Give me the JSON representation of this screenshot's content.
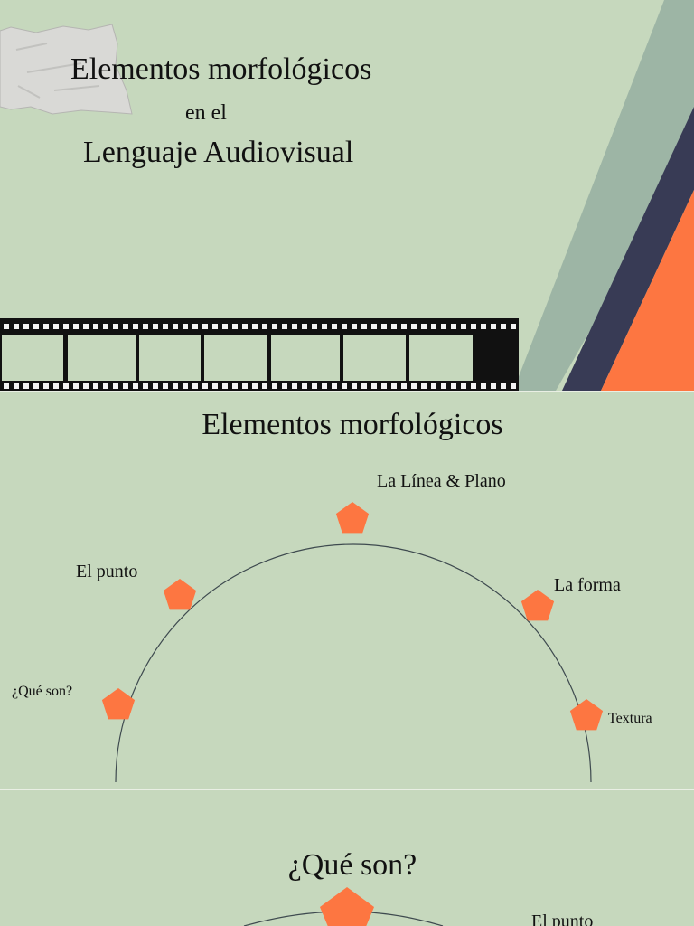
{
  "slide1": {
    "title_line1": "Elementos morfológicos",
    "title_line2": "en el",
    "title_line3": "Lenguaje Audiovisual"
  },
  "slide2": {
    "title": "Elementos morfológicos",
    "labels": {
      "que_son": "¿Qué son?",
      "punto": "El punto",
      "linea_plano": "La Línea & Plano",
      "forma": "La forma",
      "textura": "Textura"
    }
  },
  "slide3": {
    "title": "¿Qué son?",
    "label": "El punto"
  },
  "colors": {
    "background": "#c6d8bd",
    "accent_orange": "#fd7641",
    "navy": "#383b55",
    "sage": "#9db5a5",
    "arc_line": "#3e4a4f"
  },
  "icons": [
    "paper-note-icon",
    "film-strip-icon",
    "pentagon-marker-icon"
  ]
}
